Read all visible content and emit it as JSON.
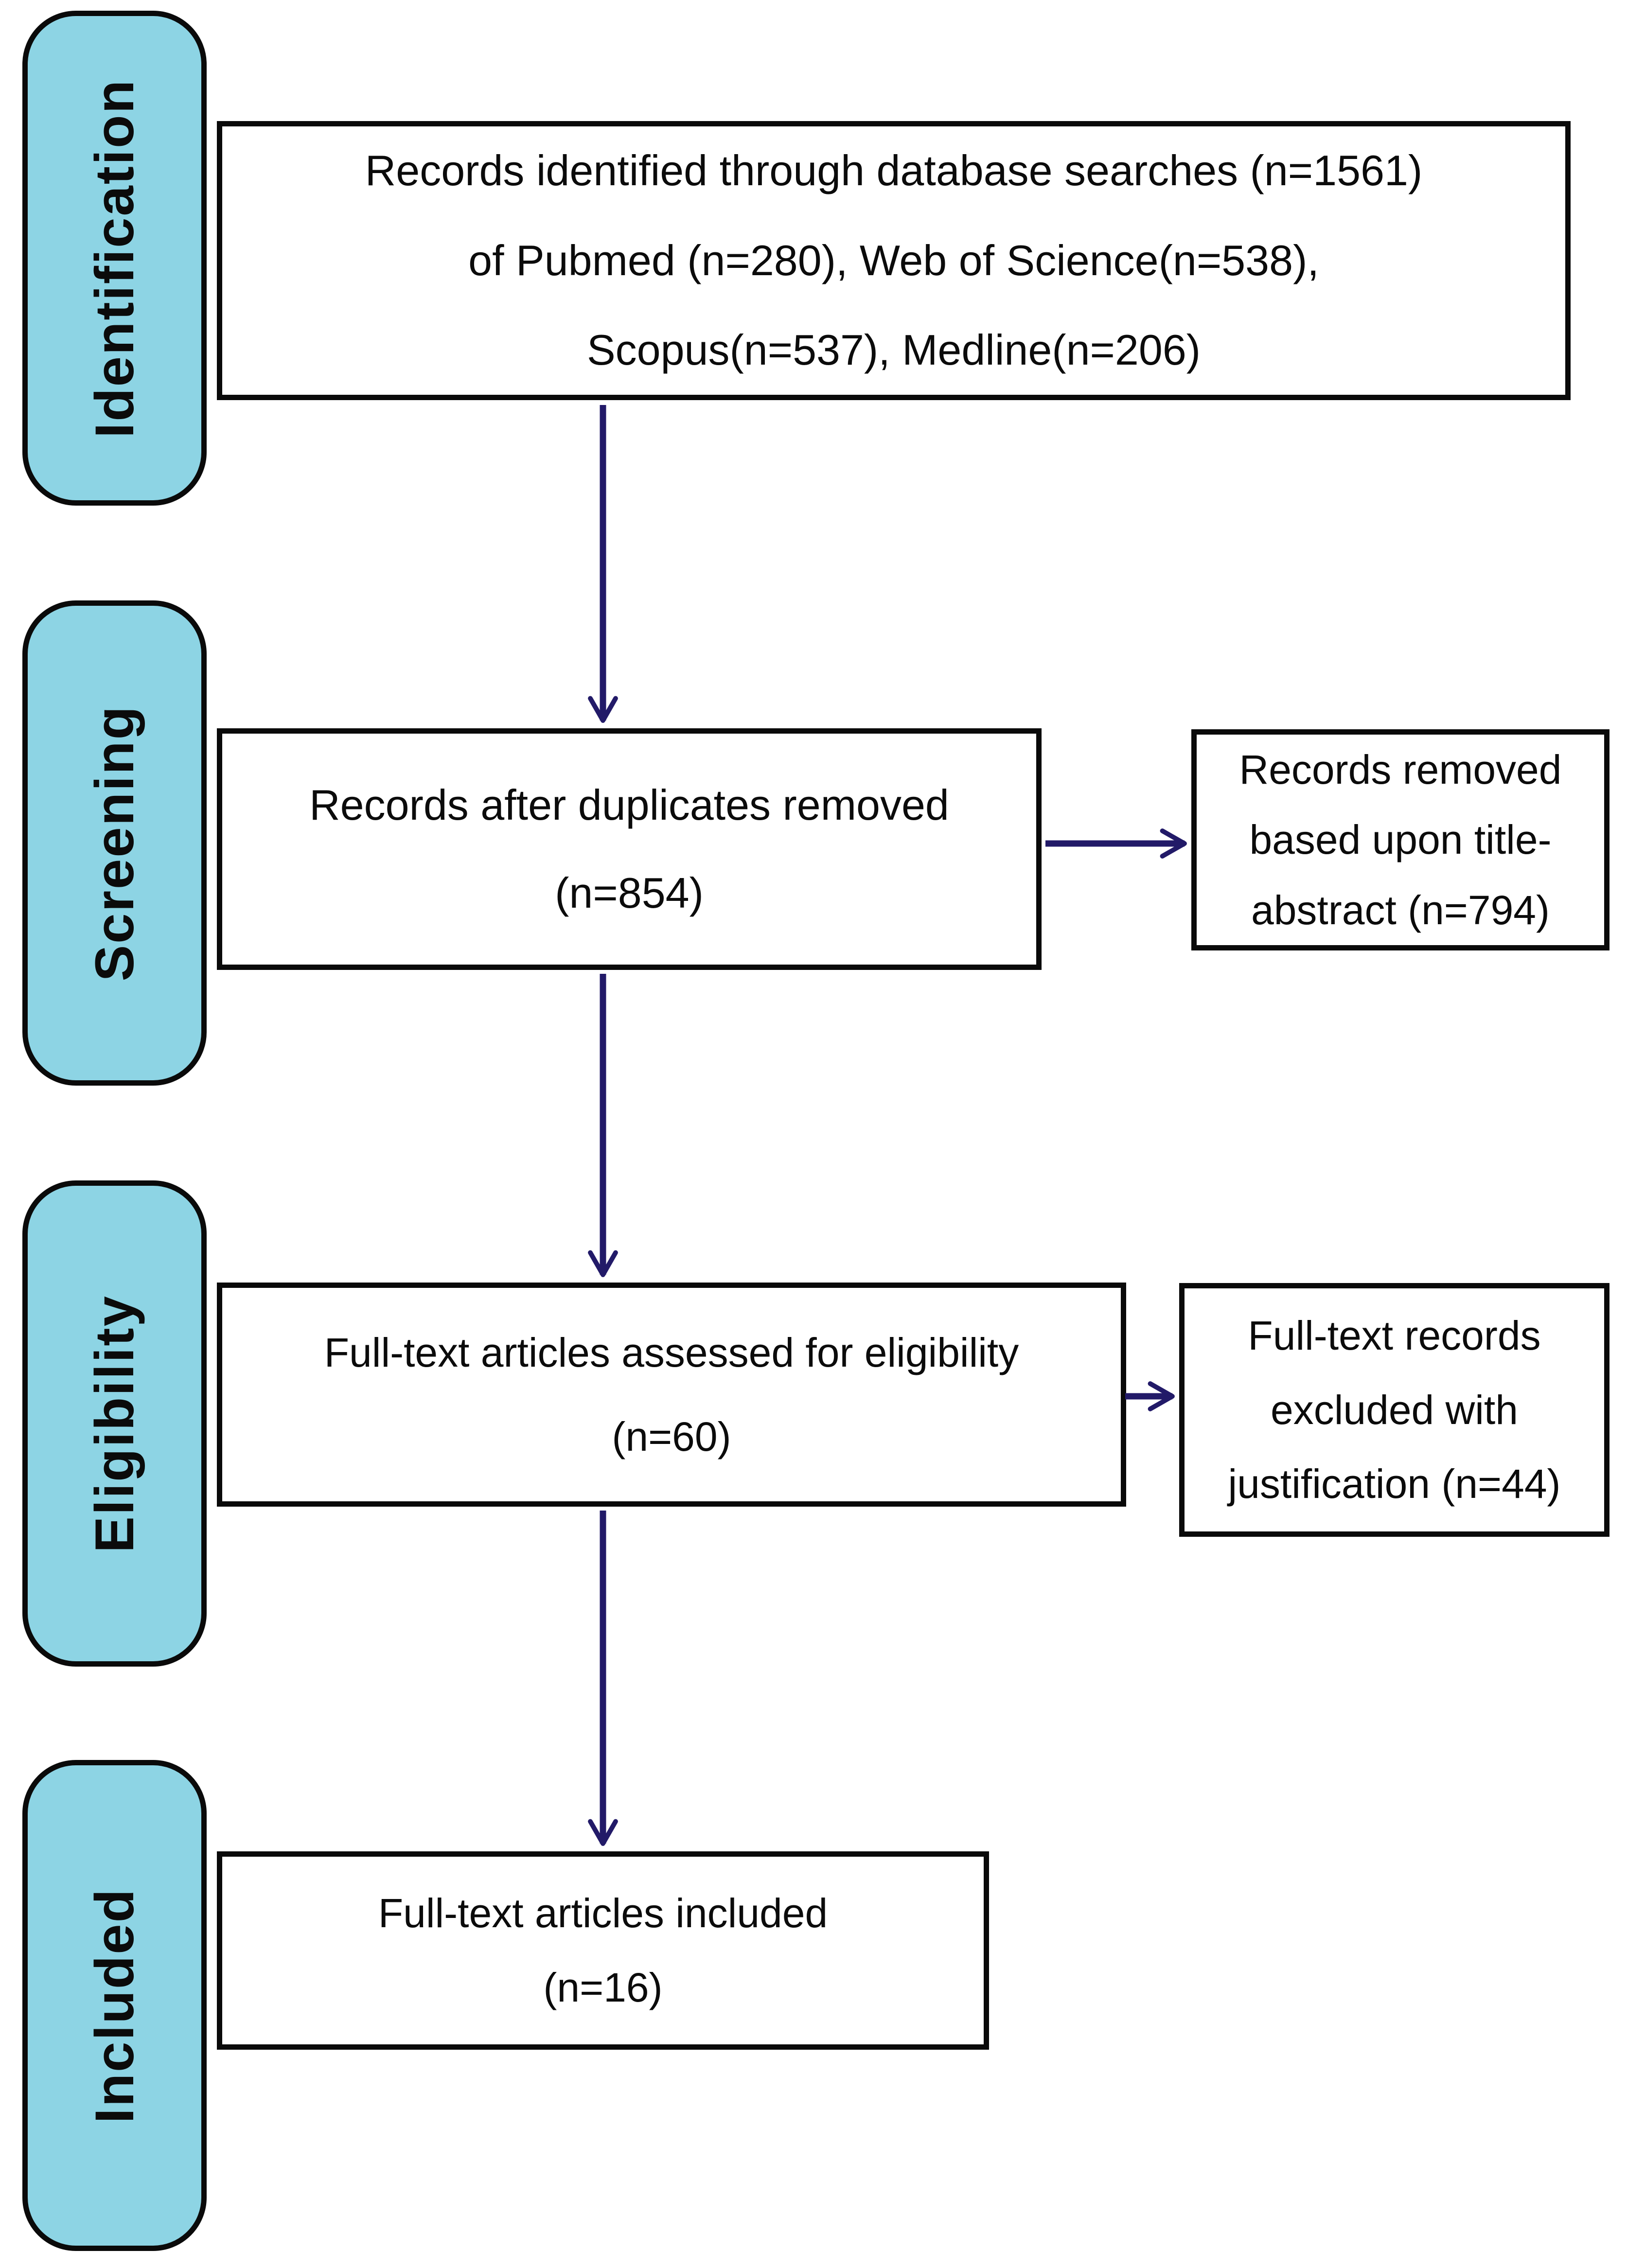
{
  "colors": {
    "stage_fill": "#8DD4E4",
    "border": "#0a0a0a",
    "box_fill": "#ffffff",
    "arrow": "#221A68",
    "text": "#0b0b0b"
  },
  "stages": [
    {
      "label": "Identification"
    },
    {
      "label": "Screening"
    },
    {
      "label": "Eligibility"
    },
    {
      "label": "Included"
    }
  ],
  "boxes": {
    "identified": {
      "lines": [
        "Records identified through database searches (n=1561)",
        "of Pubmed (n=280), Web of Science(n=538),",
        "Scopus(n=537), Medline(n=206)"
      ]
    },
    "duplicates": {
      "lines": [
        "Records after duplicates removed",
        "(n=854)"
      ]
    },
    "title_abstract": {
      "lines": [
        "Records removed",
        "based upon title-",
        "abstract (n=794)"
      ]
    },
    "fulltext_assessed": {
      "lines": [
        "Full-text articles assessed for eligibility",
        "(n=60)"
      ]
    },
    "fulltext_excluded": {
      "lines": [
        "Full-text records",
        "excluded with",
        "justification (n=44)"
      ]
    },
    "included": {
      "lines": [
        "Full-text articles included",
        "(n=16)"
      ]
    }
  }
}
